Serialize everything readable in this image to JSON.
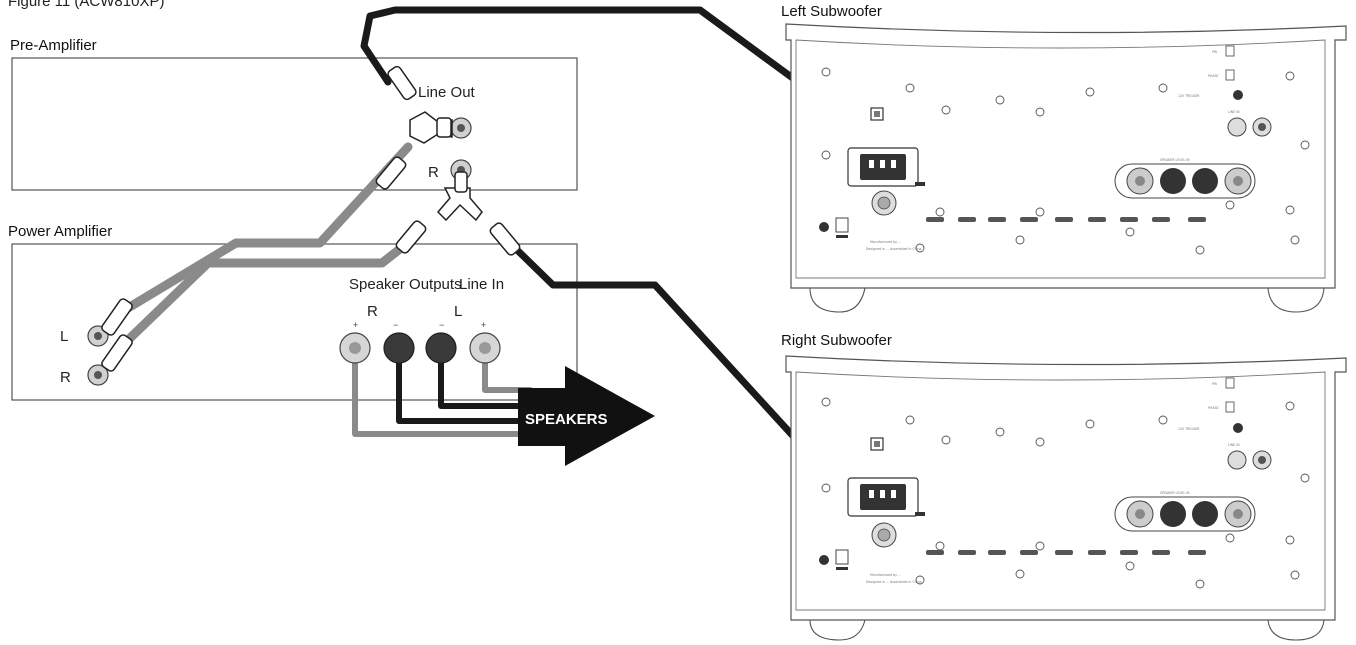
{
  "figure_caption": "Figure 11 (ACW810XP)",
  "pre_amplifier": {
    "title": "Pre-Amplifier",
    "line_out_label": "Line Out",
    "r_label": "R"
  },
  "power_amplifier": {
    "title": "Power Amplifier",
    "l_label": "L",
    "r_label": "R",
    "speaker_outputs_label": "Speaker Outputs",
    "line_in_label": "Line In",
    "speaker_r_label": "R",
    "speaker_l_label": "L"
  },
  "speakers_label": "SPEAKERS",
  "left_subwoofer": {
    "title": "Left Subwoofer",
    "panel_labels": {
      "pw": "PW",
      "phase": "PHASE",
      "trigger": "12V TRIGGER",
      "line_in": "LINE IN",
      "speaker_level_in": "SPEAKER LEVEL IN",
      "made_by": "Manufactured by ...",
      "designed_by": "Designed in ... Assembled in China"
    }
  },
  "right_subwoofer": {
    "title": "Right Subwoofer",
    "panel_labels": {
      "pw": "PW",
      "phase": "PHASE",
      "trigger": "12V TRIGGER",
      "line_in": "LINE IN",
      "speaker_level_in": "SPEAKER LEVEL IN",
      "made_by": "Manufactured by ...",
      "designed_by": "Designed in ... Assembled in China"
    }
  },
  "colors": {
    "cable_black": "#1a1a1a",
    "cable_grey": "#8a8a8a",
    "jack_grey": "#bdbdbd",
    "post_dark": "#3a3a3a",
    "outline": "#444444"
  }
}
